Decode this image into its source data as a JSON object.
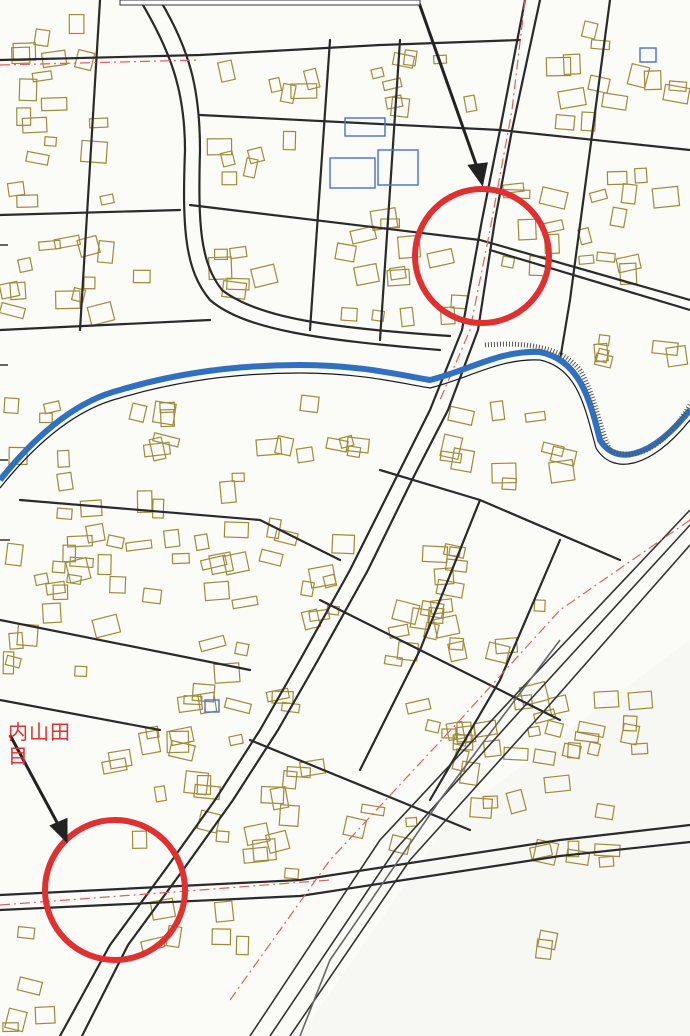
{
  "map": {
    "type": "residential block map with marked locations",
    "colors": {
      "paper": "#fbfbf7",
      "road": "#2a2a2a",
      "road_light": "#8a8a8a",
      "building": "#a08a3a",
      "building_blue": "#4a6fd0",
      "river": "#3070c0",
      "railway": "#333333",
      "boundary": "#e06060",
      "marker_circle": "#e03030",
      "arrow": "#222222",
      "label_red": "#e03030"
    },
    "markers": [
      {
        "name": "upper-marked-location",
        "symbol": "red-circle-icon"
      },
      {
        "name": "lower-marked-location",
        "symbol": "red-circle-icon"
      }
    ],
    "arrows": [
      {
        "name": "upper-arrow",
        "points_to": "upper-marked-location",
        "symbol": "arrow-icon"
      },
      {
        "name": "lower-arrow",
        "points_to": "lower-marked-location",
        "symbol": "arrow-icon"
      }
    ],
    "label": {
      "line1": "内山田",
      "line2": "目"
    }
  }
}
